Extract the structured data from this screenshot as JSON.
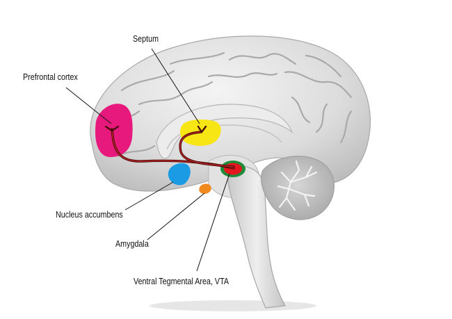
{
  "labels": {
    "septum": "Septum",
    "prefrontal_cortex": "Prefrontal cortex",
    "nucleus_accumbens": "Nucleus accumbens",
    "amygdala": "Amygdala",
    "vta": "Ventral Tegmental Area, VTA"
  },
  "colors": {
    "prefrontal_cortex": "#e8197d",
    "septum": "#f7e514",
    "nucleus_accumbens": "#1c9be5",
    "amygdala": "#f08a1e",
    "vta_outer": "#1e8c3a",
    "vta_inner": "#e3171d",
    "pathway": "#7a1010",
    "brain": "#d9d9d9"
  }
}
